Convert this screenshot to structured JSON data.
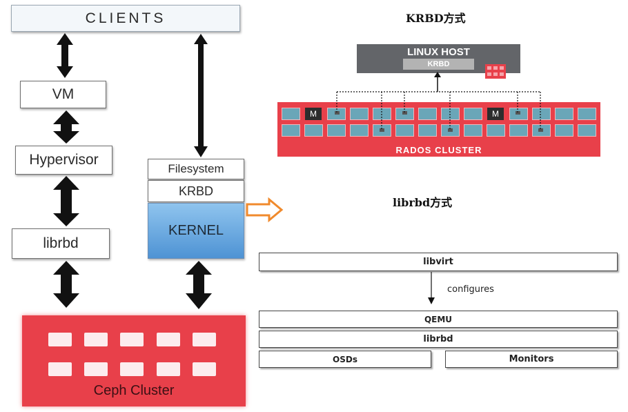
{
  "left": {
    "clients": "CLIENTS",
    "vm": "VM",
    "hypervisor": "Hypervisor",
    "librbd": "librbd",
    "filesystem": "Filesystem",
    "krbd": "KRBD",
    "kernel": "KERNEL",
    "ceph_cluster": "Ceph Cluster"
  },
  "krbd_section": {
    "title": "KRBD方式",
    "host_label": "LINUX HOST",
    "host_sub": "KRBD",
    "monitor_label": "M",
    "cluster_label": "RADOS CLUSTER"
  },
  "librbd_section": {
    "title": "librbd方式",
    "libvirt": "libvirt",
    "configures": "configures",
    "qemu": "QEMU",
    "librbd": "librbd",
    "osds": "OSDs",
    "monitors": "Monitors"
  },
  "colors": {
    "ceph_red": "#e8404a",
    "kernel_blue": "#4e93d4",
    "arrow_orange": "#f08a2c",
    "host_gray": "#636569"
  },
  "icons": [
    "double-arrow-icon",
    "orange-arrow-icon"
  ]
}
